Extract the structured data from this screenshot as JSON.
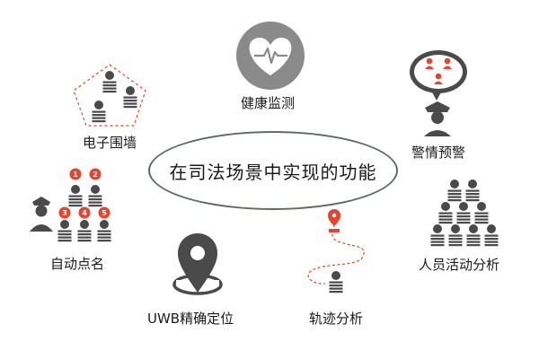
{
  "center": {
    "title": "在司法场景中实现的功能"
  },
  "features": {
    "health": "健康监测",
    "fence": "电子围墙",
    "alarm": "警情预警",
    "rollcall": "自动点名",
    "people": "人员活动分析",
    "uwb": "UWB精确定位",
    "track": "轨迹分析"
  },
  "rollcall_numbers": [
    "1",
    "2",
    "3",
    "4",
    "5"
  ],
  "colors": {
    "accent": "#e8432c",
    "icon_dark": "#4a4a4a",
    "icon_gray": "#8a8a8a",
    "outline": "#5f6b62"
  }
}
